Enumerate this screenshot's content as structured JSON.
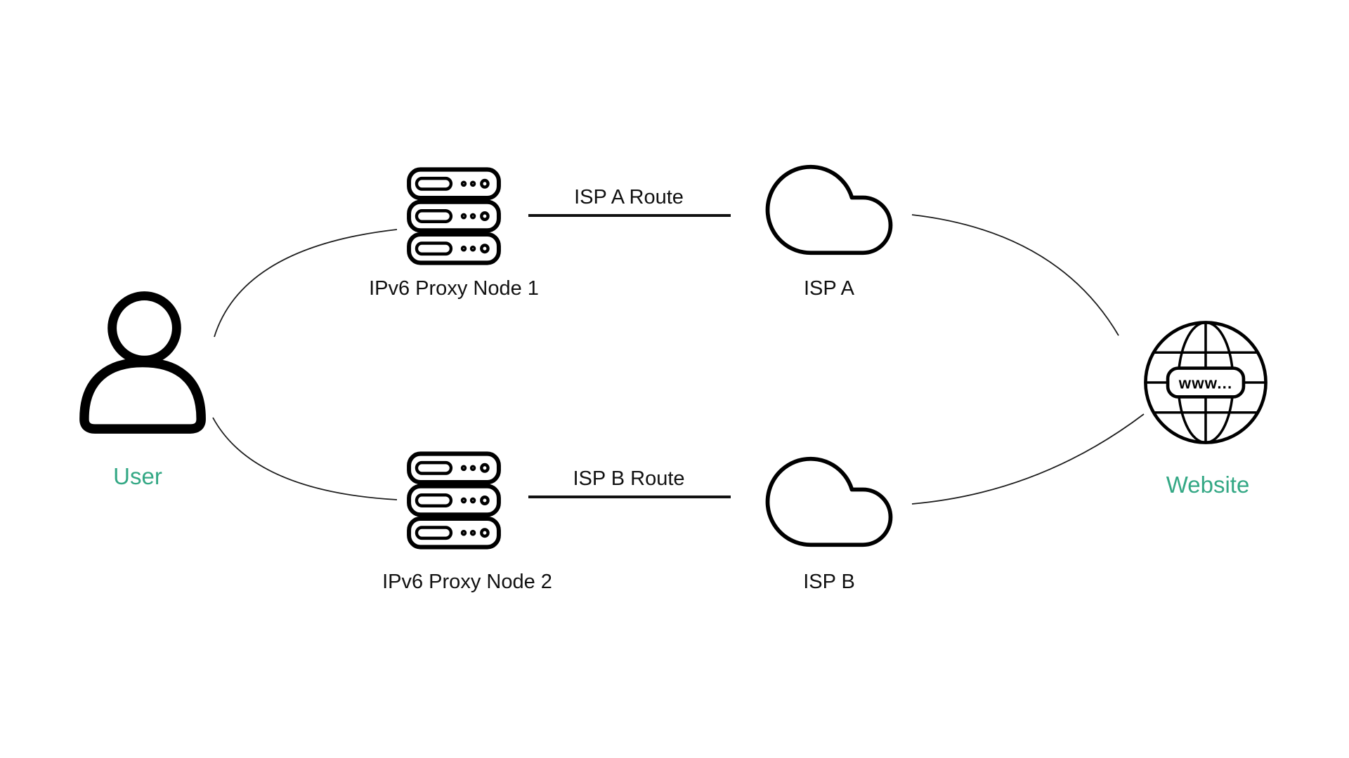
{
  "diagram": {
    "background_color": "#ffffff",
    "accent_color": "#34a885",
    "icon_color": "#000000",
    "nodes": {
      "user": {
        "label": "User",
        "icon": "person-icon"
      },
      "proxy1": {
        "label": "IPv6 Proxy Node 1",
        "icon": "server-stack-icon"
      },
      "proxy2": {
        "label": "IPv6 Proxy Node 2",
        "icon": "server-stack-icon"
      },
      "isp_a": {
        "label": "ISP A",
        "icon": "cloud-icon"
      },
      "isp_b": {
        "label": "ISP B",
        "icon": "cloud-icon"
      },
      "website": {
        "label": "Website",
        "icon": "globe-icon",
        "globe_text": "www..."
      }
    },
    "edges": {
      "route_a": {
        "label": "ISP A Route",
        "from": "IPv6 Proxy Node 1",
        "to": "ISP A"
      },
      "route_b": {
        "label": "ISP B Route",
        "from": "IPv6 Proxy Node 2",
        "to": "ISP B"
      },
      "user_to_proxy1": {
        "from": "User",
        "to": "IPv6 Proxy Node 1"
      },
      "user_to_proxy2": {
        "from": "User",
        "to": "IPv6 Proxy Node 2"
      },
      "isp_a_to_website": {
        "from": "ISP A",
        "to": "Website"
      },
      "isp_b_to_website": {
        "from": "ISP B",
        "to": "Website"
      }
    }
  }
}
